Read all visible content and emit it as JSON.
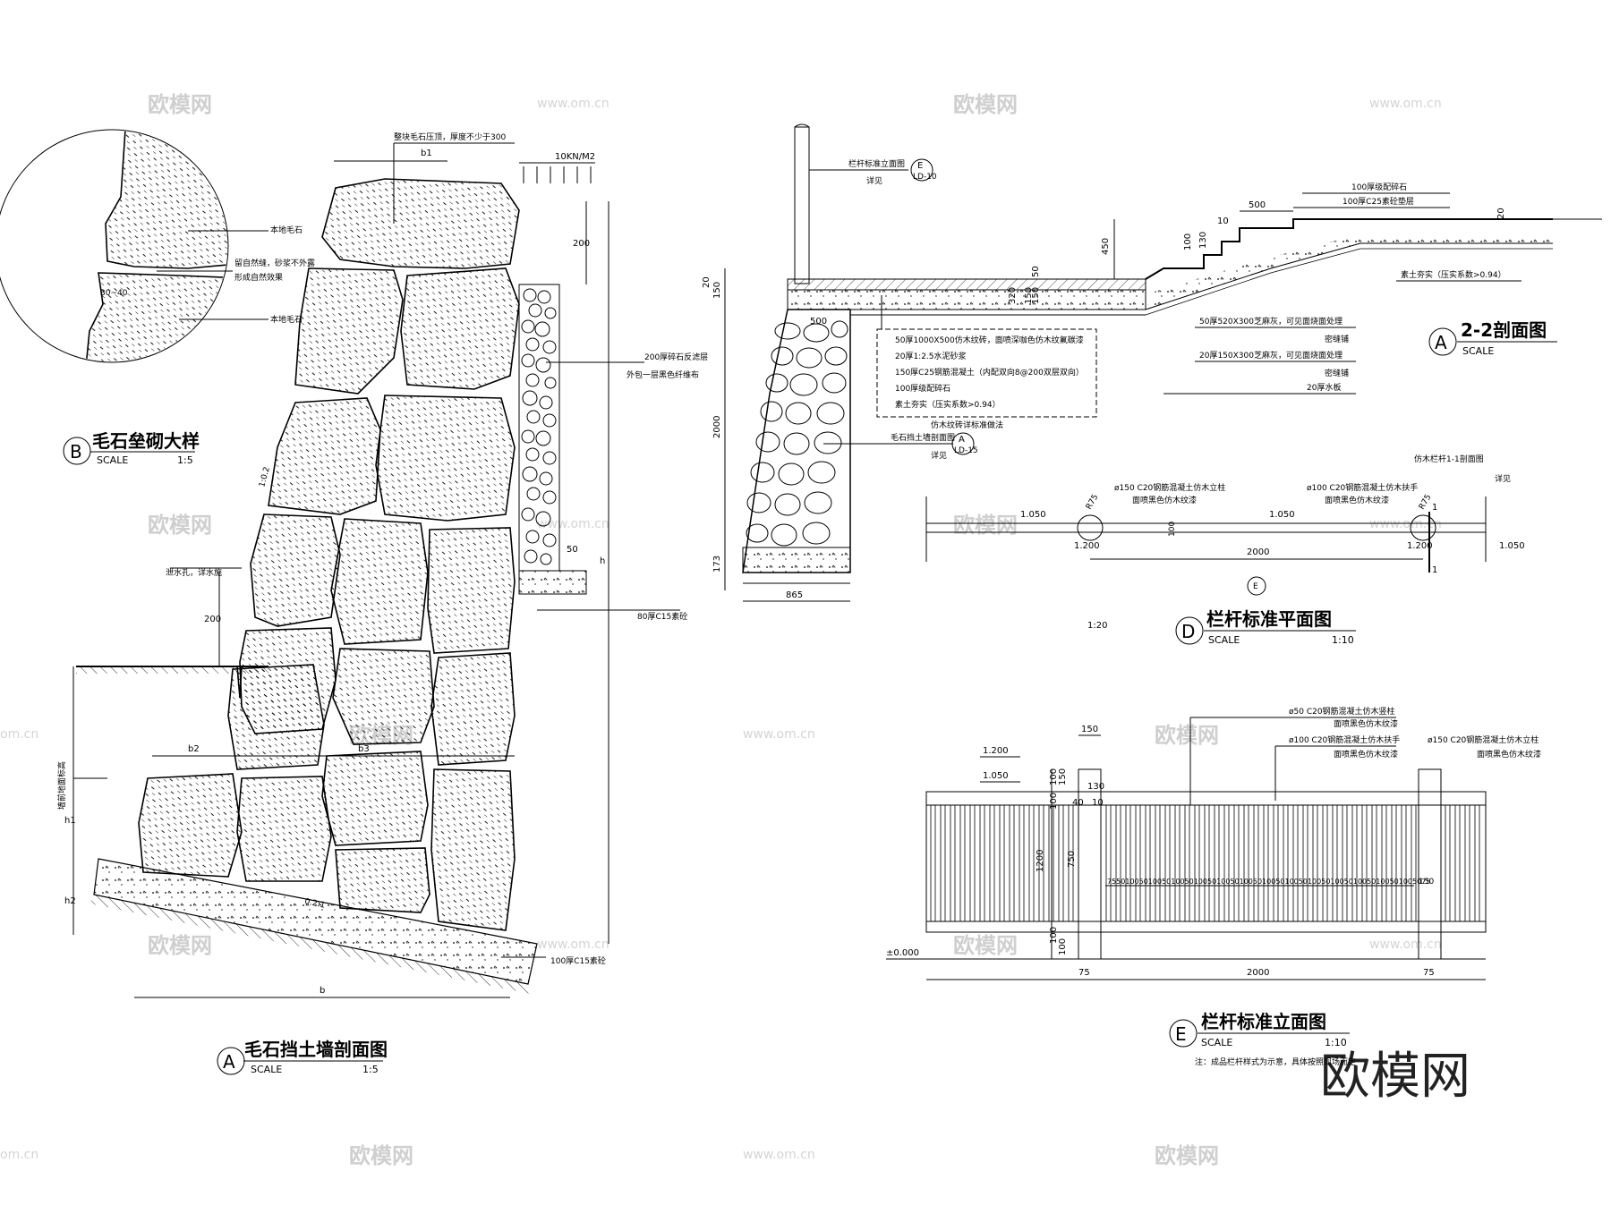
{
  "drawings": {
    "detail_b": {
      "badge": "B",
      "title": "毛石垒砌大样",
      "scale_word": "SCALE",
      "scale_value": "1:5",
      "notes": [
        "本地毛石",
        "留自然缝，砂浆不外露",
        "形成自然效果",
        "本地毛石"
      ],
      "dim": "30~40"
    },
    "section_a": {
      "badge": "A",
      "title": "毛石挡土墙剖面图",
      "scale_word": "SCALE",
      "scale_value": "1:5",
      "notes": {
        "top_stone": "整块毛石压顶，厚度不少于300",
        "load": "10KN/M2",
        "gravel": "200厚碎石反滤层",
        "gravel_wrap": "外包一层黑色纤维布",
        "drain": "泄水孔，详水施",
        "base": "80厚C15素砼",
        "foundation": "100厚C15素砼",
        "slope_top": "1:0.2",
        "slope_bottom": "0.2:1",
        "left_label": "墙前地面标高"
      },
      "dims": {
        "b1": "b1",
        "b2": "b2",
        "b3": "b3",
        "b": "b",
        "h": "h",
        "h1": "h1",
        "h2": "h2",
        "d200a": "200",
        "d200b": "200",
        "d50": "50"
      }
    },
    "section_22": {
      "badge": "A",
      "title": "2-2剖面图",
      "scale_word": "SCALE",
      "ref_top": "栏杆标准立面图",
      "ref_top_see": "详见",
      "ref_top_badge": "E",
      "ref_top_sheet": "LD-10",
      "ref_wall": "毛石挡土墙剖面图",
      "ref_wall_see": "详见",
      "ref_wall_badge": "A",
      "ref_wall_sheet": "LD-15",
      "layers": [
        "50厚1000X500仿木纹砖，面喷深咖色仿木纹氟碳漆",
        "20厚1:2.5水泥砂浆",
        "150厚C25钢筋混凝土（内配双向8@200双层双向）",
        "100厚级配碎石",
        "素土夯实（压实系数>0.94）"
      ],
      "layers_note": "仿木纹砖详标准做法",
      "right_notes": [
        "100厚级配碎石",
        "100厚C25素砼垫层",
        "素土夯实（压实系数>0.94）",
        "50厚520X300芝麻灰，可见面烧面处理",
        "密缝铺",
        "20厚150X300芝麻灰，可见面烧面处理",
        "密缝铺",
        "20厚水板"
      ],
      "dims": [
        "500",
        "10",
        "100",
        "130",
        "450",
        "20",
        "150",
        "320",
        "50",
        "150",
        "20",
        "150",
        "2000",
        "173",
        "865",
        "20",
        "50",
        "20",
        "500"
      ]
    },
    "plan_d": {
      "badge": "D",
      "title": "栏杆标准平面图",
      "scale_word": "SCALE",
      "scale_value": "1:10",
      "ratio": "1:20",
      "labels": {
        "post": "ø150 C20钢筋混凝土仿木立柱",
        "post2": "面喷黑色仿木纹漆",
        "rail": "ø100 C20钢筋混凝土仿木扶手",
        "rail2": "面喷黑色仿木纹漆",
        "ref": "仿木栏杆1-1剖面图",
        "ref_see": "详见"
      },
      "levels": [
        "1.050",
        "1.050",
        "1.050",
        "1.200",
        "1.200"
      ],
      "dims": {
        "r75a": "R75",
        "r75b": "R75",
        "d100": "100",
        "d2000": "2000",
        "cut": "1"
      },
      "ref_badge": "E"
    },
    "elev_e": {
      "badge": "E",
      "title": "栏杆标准立面图",
      "scale_word": "SCALE",
      "scale_value": "1:10",
      "note": "注：成品栏杆样式为示意，具体按照现场而定",
      "labels": [
        "ø50 C20钢筋混凝土仿木竖柱",
        "面喷黑色仿木纹漆",
        "ø100 C20钢筋混凝土仿木扶手",
        "面喷黑色仿木纹漆",
        "ø150 C20钢筋混凝土仿木立柱",
        "面喷黑色仿木纹漆"
      ],
      "levels": [
        "1.200",
        "1.050",
        "±0.000"
      ],
      "dims": {
        "d150": "150",
        "d1200": "1200",
        "d750": "750",
        "d2000": "2000",
        "d75a": "75",
        "d75b": "75",
        "d130": "130",
        "d40": "40",
        "d10": "10",
        "left_stack": [
          "100",
          "150",
          "100",
          "100",
          "100"
        ],
        "spacing": "75501005010050100501005010050100501005010050100501005010050100501005075",
        "spacing_end": "150"
      }
    }
  },
  "watermarks": {
    "brand": "欧模网",
    "url": "www.om.cn",
    "url_short": "om.cn",
    "big": "欧模网"
  }
}
